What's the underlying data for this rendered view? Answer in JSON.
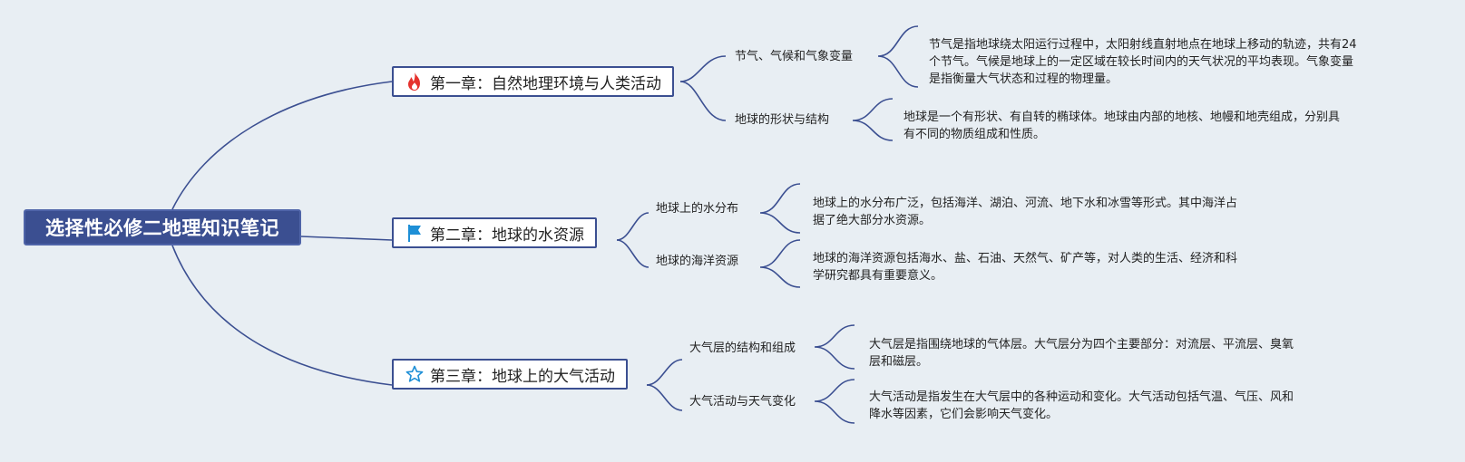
{
  "root": {
    "title": "选择性必修二地理知识笔记"
  },
  "chapters": [
    {
      "title": "第一章：自然地理环境与人类活动",
      "icon": "fire-icon",
      "icon_color": "#e5322d",
      "topics": [
        {
          "label": "节气、气候和气象变量",
          "note": "节气是指地球绕太阳运行过程中，太阳射线直射地点在地球上移动的轨迹，共有24个节气。气候是地球上的一定区域在较长时间内的天气状况的平均表现。气象变量是指衡量大气状态和过程的物理量。"
        },
        {
          "label": "地球的形状与结构",
          "note": "地球是一个有形状、有自转的椭球体。地球由内部的地核、地幔和地壳组成，分别具有不同的物质组成和性质。"
        }
      ]
    },
    {
      "title": "第二章：地球的水资源",
      "icon": "flag-icon",
      "icon_color": "#1e8fd6",
      "topics": [
        {
          "label": "地球上的水分布",
          "note": "地球上的水分布广泛，包括海洋、湖泊、河流、地下水和冰雪等形式。其中海洋占据了绝大部分水资源。"
        },
        {
          "label": "地球的海洋资源",
          "note": "地球的海洋资源包括海水、盐、石油、天然气、矿产等，对人类的生活、经济和科学研究都具有重要意义。"
        }
      ]
    },
    {
      "title": "第三章：地球上的大气活动",
      "icon": "star-icon",
      "icon_color": "#1e8fd6",
      "topics": [
        {
          "label": "大气层的结构和组成",
          "note": "大气层是指围绕地球的气体层。大气层分为四个主要部分：对流层、平流层、臭氧层和磁层。"
        },
        {
          "label": "大气活动与天气变化",
          "note": "大气活动是指发生在大气层中的各种运动和变化。大气活动包括气温、气压、风和降水等因素，它们会影响天气变化。"
        }
      ]
    }
  ],
  "colors": {
    "line": "#3b4f91",
    "root_bg": "#3b4f91",
    "background": "#e8eef3"
  }
}
